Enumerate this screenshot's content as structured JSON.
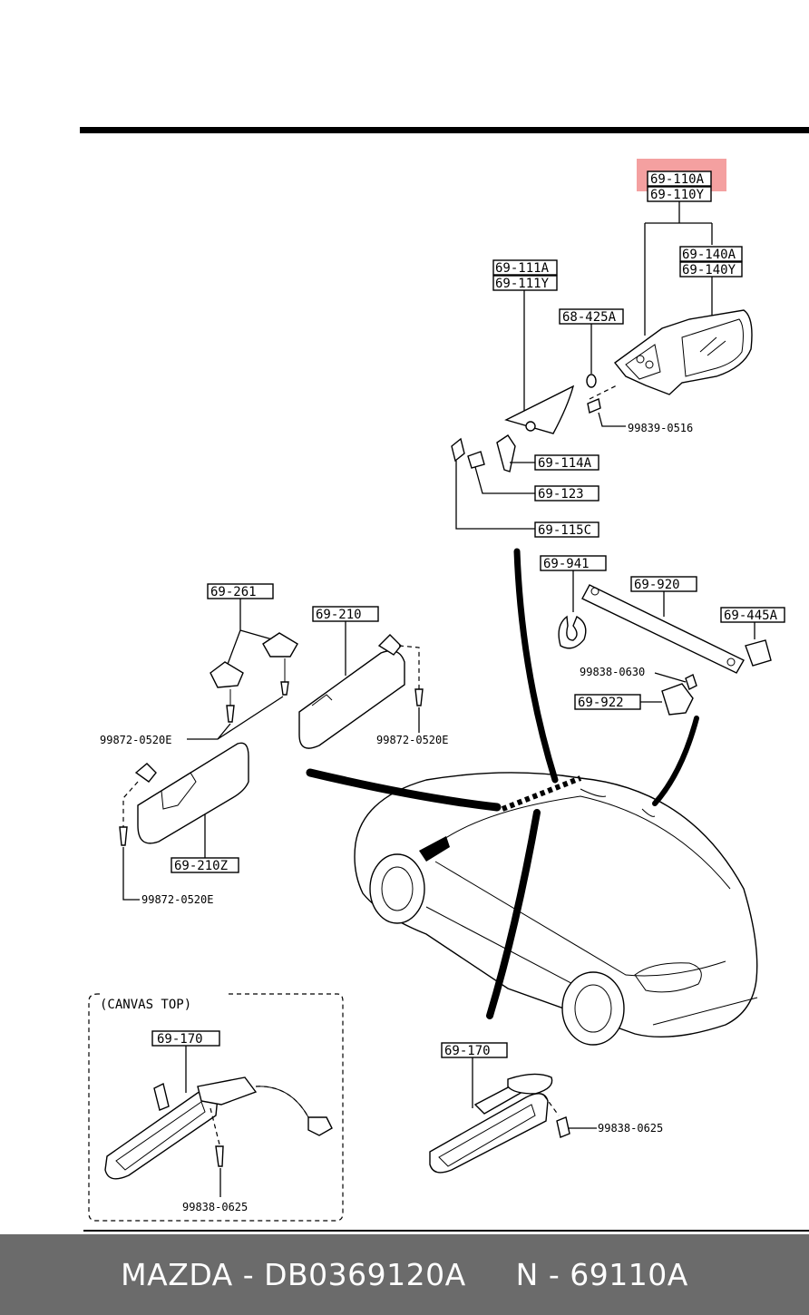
{
  "diagram": {
    "highlight_color": "#f4a0a0",
    "labels": {
      "p69_110a": "69-110A",
      "p69_110y": "69-110Y",
      "p69_140a": "69-140A",
      "p69_140y": "69-140Y",
      "p69_111a": "69-111A",
      "p69_111y": "69-111Y",
      "p68_425a": "68-425A",
      "p99839_0516": "99839-0516",
      "p69_114a": "69-114A",
      "p69_123": "69-123",
      "p69_115c": "69-115C",
      "p69_941": "69-941",
      "p69_920": "69-920",
      "p69_445a": "69-445A",
      "p99838_0630": "99838-0630",
      "p69_922": "69-922",
      "p69_261": "69-261",
      "p69_210": "69-210",
      "p99872_0520e_a": "99872-0520E",
      "p99872_0520e_b": "99872-0520E",
      "p69_210z": "69-210Z",
      "p99872_0520e_c": "99872-0520E",
      "canvas_top": "(CANVAS TOP)",
      "p69_170_a": "69-170",
      "p99838_0625_a": "99838-0625",
      "p69_170_b": "69-170",
      "p99838_0625_b": "99838-0625"
    }
  },
  "footer": {
    "brand": "MAZDA",
    "sep1": " - ",
    "code": "DB0369120A",
    "gap": "     ",
    "prefix": "N",
    "sep2": " - ",
    "part": "69110A"
  }
}
